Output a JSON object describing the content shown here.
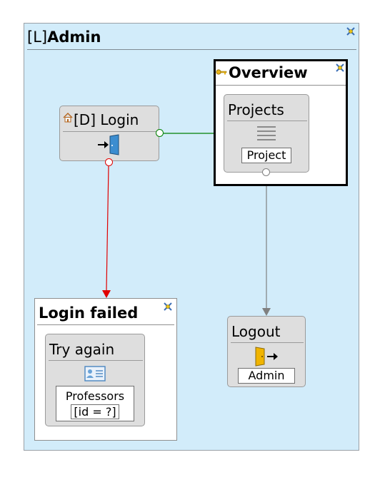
{
  "area": {
    "prefix": "[L]",
    "name": "Admin"
  },
  "pages": {
    "overview": {
      "title": "Overview",
      "landmark": true
    },
    "login_failed": {
      "title": "Login failed"
    }
  },
  "units": {
    "login": {
      "prefix": "[D]",
      "title": "Login"
    },
    "projects": {
      "title": "Projects",
      "entity": "Project"
    },
    "try_again": {
      "title": "Try again",
      "entity": "Professors",
      "condition": "[id = ?]"
    },
    "logout": {
      "title": "Logout",
      "entity": "Admin"
    }
  },
  "colors": {
    "area_bg": "#d2ecfa",
    "ok_flow": "#008000",
    "ko_flow": "#e00000",
    "transport_flow": "#808080"
  },
  "icons": [
    "home-icon",
    "login-door-icon",
    "list-icon",
    "data-card-icon",
    "logout-door-icon",
    "landmark-key-icon",
    "close-pin-icon"
  ]
}
